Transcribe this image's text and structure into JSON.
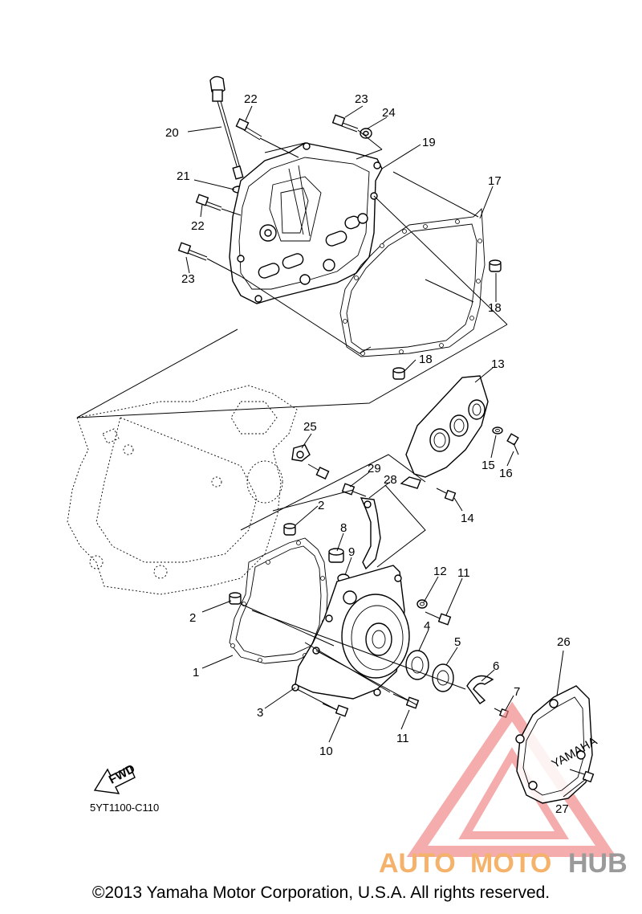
{
  "diagram_code": "5YT1100-C110",
  "fwd_label": "FWD",
  "watermark": {
    "auto": "AUTO",
    "moto": "MOTO",
    "hub": "HUB",
    "colors": {
      "triangle": "#f08080",
      "auto_moto": "#f4b26b",
      "hub": "#9a9a9a"
    }
  },
  "copyright": "©2013 Yamaha Motor Corporation, U.S.A. All rights reserved.",
  "cover_brand": "YAMAHA",
  "callouts": [
    "20",
    "22",
    "23",
    "24",
    "19",
    "21",
    "22",
    "17",
    "23",
    "18",
    "18",
    "13",
    "25",
    "15",
    "16",
    "29",
    "28",
    "14",
    "2",
    "8",
    "9",
    "12",
    "11",
    "2",
    "4",
    "5",
    "6",
    "26",
    "1",
    "7",
    "3",
    "11",
    "10",
    "27"
  ]
}
